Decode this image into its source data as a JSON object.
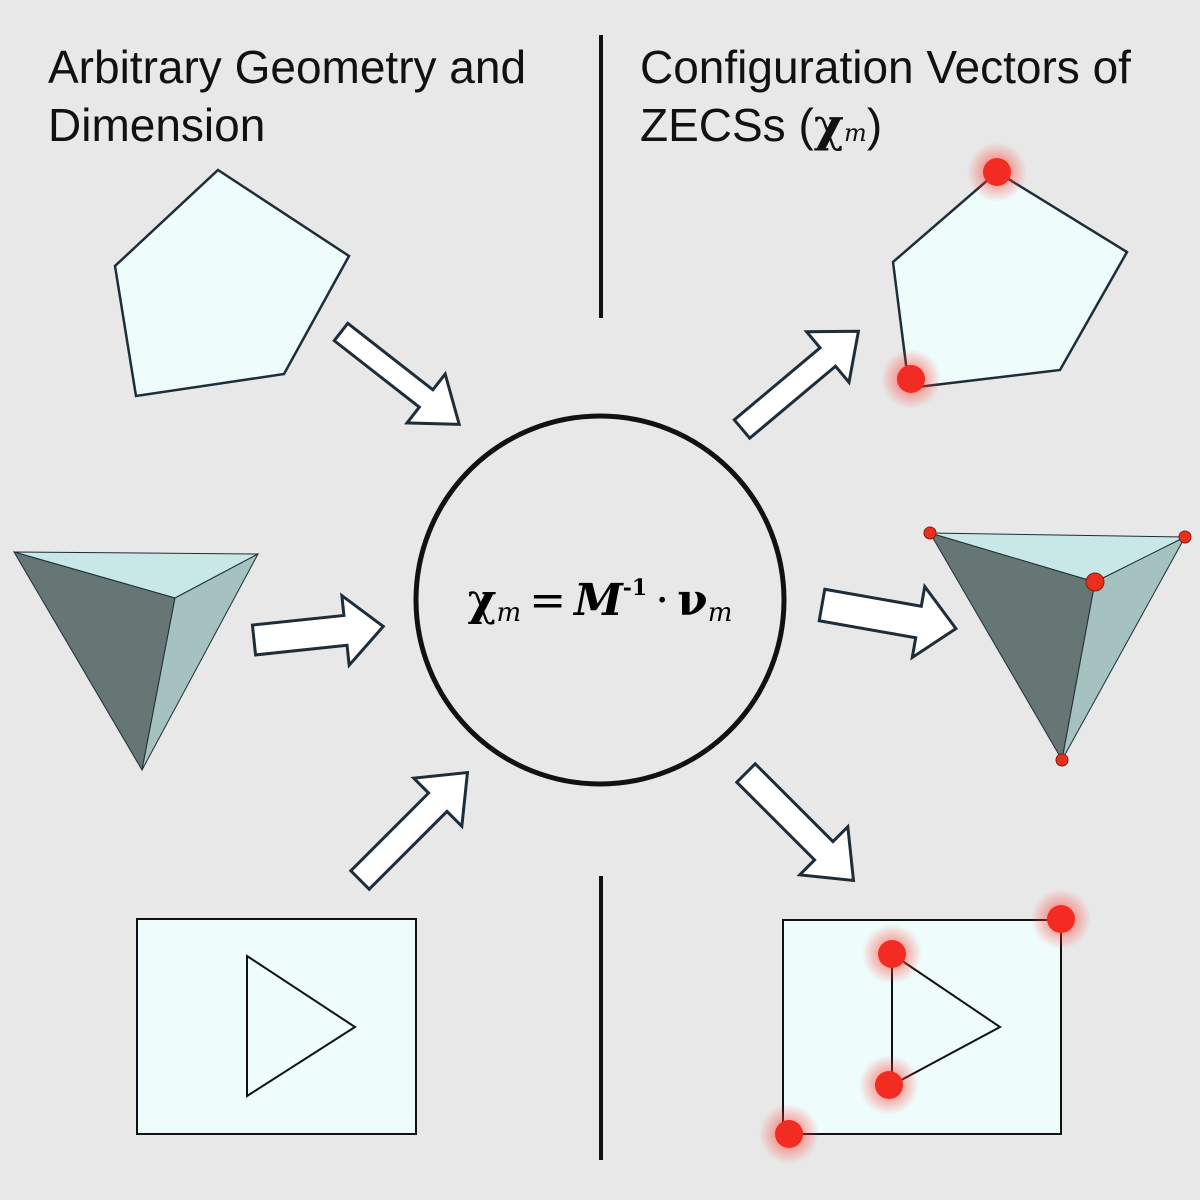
{
  "headings": {
    "left": {
      "line1": "Arbitrary Geometry and",
      "line2": "Dimension"
    },
    "right": {
      "line1": "Configuration Vectors of",
      "line2_prefix": "ZECSs (",
      "line2_symbol": "χ",
      "line2_sub": "m",
      "line2_suffix": ")"
    }
  },
  "formula": {
    "lhs": "χ",
    "lhs_sub": "m",
    "equals": "=",
    "matrix": "M",
    "matrix_sup": "-1",
    "dot": "·",
    "rhs": "ν",
    "rhs_sub": "m"
  },
  "colors": {
    "background": "#e8e8e8",
    "shape_fill": "#eefcfc",
    "arrow_fill": "#ffffff",
    "outline": "#1e2d3a",
    "tetra_dark": "#657674",
    "tetra_light": "#a5c2c1",
    "tetra_top": "#c7e8e6",
    "vertex_dot": "#e8301e",
    "glow": "#ff3b2f"
  }
}
